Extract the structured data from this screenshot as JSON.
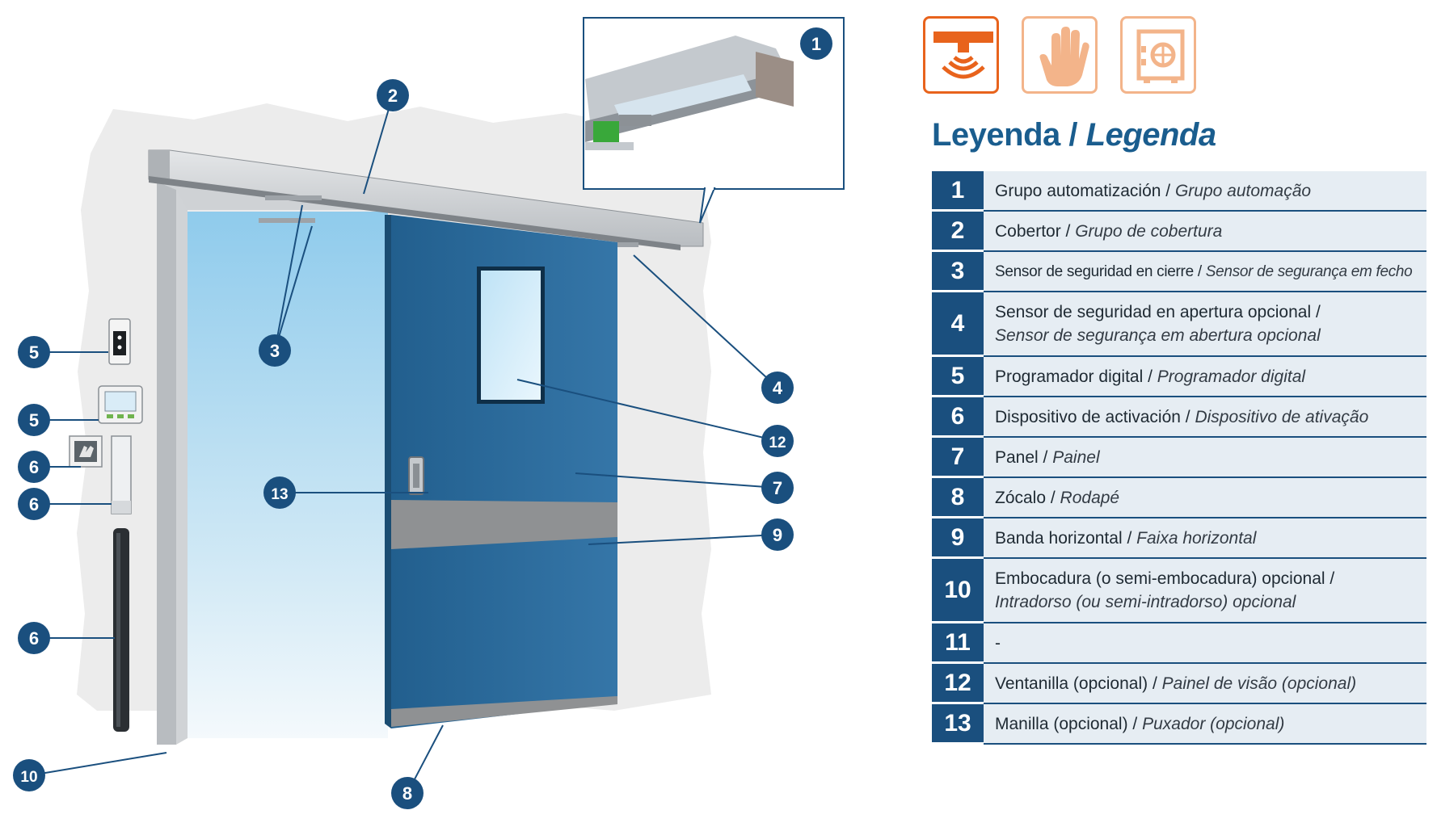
{
  "callouts": [
    "1",
    "2",
    "3",
    "4",
    "5",
    "5",
    "6",
    "6",
    "6",
    "7",
    "8",
    "9",
    "10",
    "12",
    "13"
  ],
  "mode_icons": [
    {
      "name": "radar-sensor-icon",
      "color": "#e8631c",
      "active": true
    },
    {
      "name": "hand-activation-icon",
      "color": "#f3b48a",
      "active": false
    },
    {
      "name": "safe-lock-icon",
      "color": "#f3b48a",
      "active": false
    }
  ],
  "legend": {
    "title_es": "Leyenda /",
    "title_pt": "Legenda",
    "items": [
      {
        "num": "1",
        "es": "Grupo automatización /",
        "pt": "Grupo automação"
      },
      {
        "num": "2",
        "es": "Cobertor /",
        "pt": "Grupo de cobertura"
      },
      {
        "num": "3",
        "es": "Sensor de seguridad en cierre /",
        "pt": "Sensor de segurança em fecho"
      },
      {
        "num": "4",
        "es": "Sensor de seguridad en apertura opcional /",
        "pt": "Sensor de segurança em abertura opcional"
      },
      {
        "num": "5",
        "es": "Programador digital /",
        "pt": "Programador digital"
      },
      {
        "num": "6",
        "es": "Dispositivo de activación /",
        "pt": "Dispositivo de ativação"
      },
      {
        "num": "7",
        "es": "Panel /",
        "pt": "Painel"
      },
      {
        "num": "8",
        "es": "Zócalo /",
        "pt": "Rodapé"
      },
      {
        "num": "9",
        "es": "Banda horizontal /",
        "pt": "Faixa horizontal"
      },
      {
        "num": "10",
        "es": "Embocadura (o semi-embocadura) opcional /",
        "pt": "Intradorso (ou semi-intradorso) opcional"
      },
      {
        "num": "11",
        "es": "-",
        "pt": ""
      },
      {
        "num": "12",
        "es": "Ventanilla (opcional) /",
        "pt": "Painel de visão (opcional)"
      },
      {
        "num": "13",
        "es": "Manilla (opcional) /",
        "pt": "Puxador (opcional)"
      }
    ]
  },
  "colors": {
    "accent_blue": "#1a4f7e",
    "legend_bg": "#e6edf3",
    "door_blue": "#2d6a9a",
    "band_gray": "#8f9193",
    "orange": "#e8631c"
  }
}
